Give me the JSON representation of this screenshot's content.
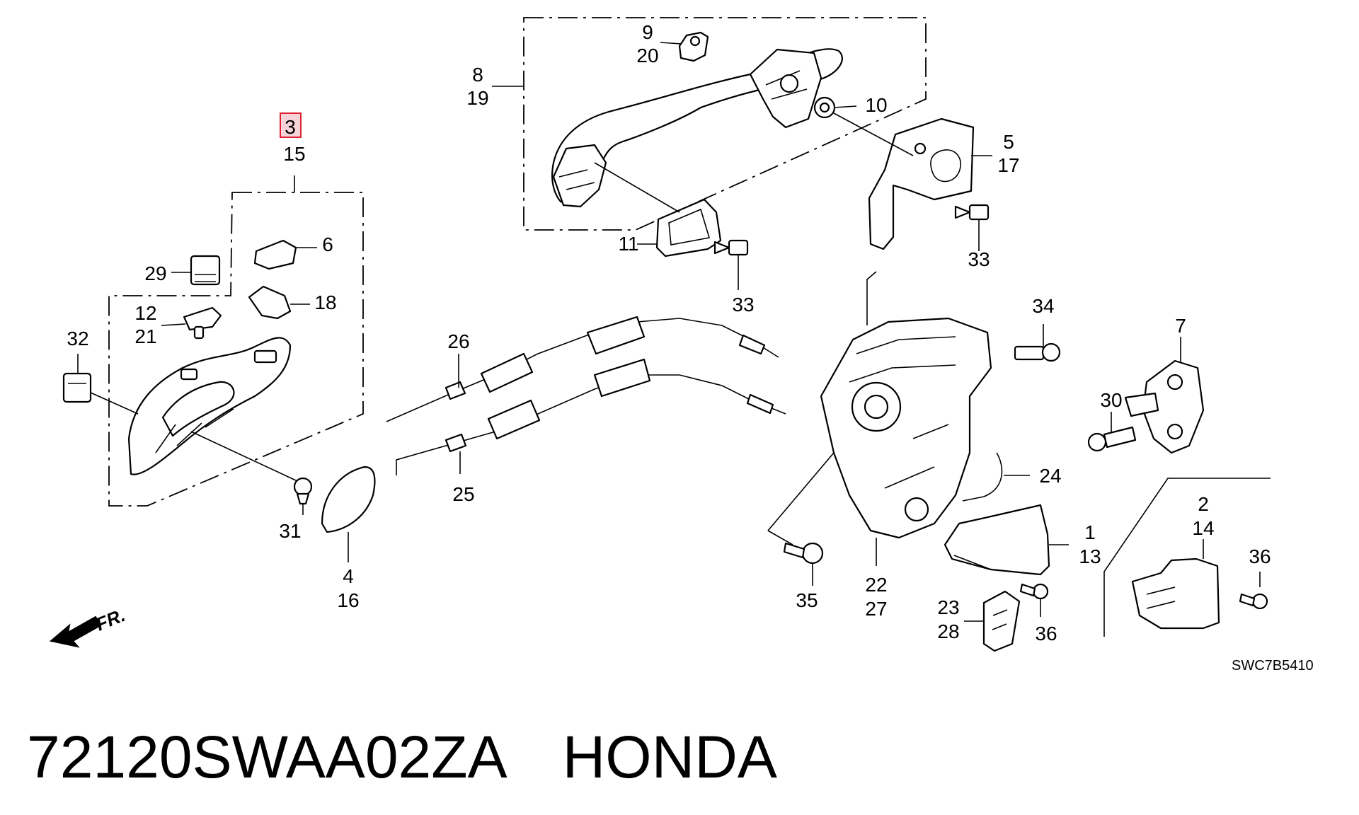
{
  "callouts": [
    {
      "id": "c3",
      "text": "3",
      "highlighted": true
    },
    {
      "id": "c15",
      "text": "15"
    },
    {
      "id": "c8",
      "text": "8"
    },
    {
      "id": "c19",
      "text": "19"
    },
    {
      "id": "c9",
      "text": "9"
    },
    {
      "id": "c20",
      "text": "20"
    },
    {
      "id": "c10",
      "text": "10"
    },
    {
      "id": "c5",
      "text": "5"
    },
    {
      "id": "c17",
      "text": "17"
    },
    {
      "id": "c11",
      "text": "11"
    },
    {
      "id": "c33a",
      "text": "33"
    },
    {
      "id": "c33b",
      "text": "33"
    },
    {
      "id": "c6",
      "text": "6"
    },
    {
      "id": "c18",
      "text": "18"
    },
    {
      "id": "c29",
      "text": "29"
    },
    {
      "id": "c12",
      "text": "12"
    },
    {
      "id": "c21",
      "text": "21"
    },
    {
      "id": "c32",
      "text": "32"
    },
    {
      "id": "c26",
      "text": "26"
    },
    {
      "id": "c25",
      "text": "25"
    },
    {
      "id": "c31",
      "text": "31"
    },
    {
      "id": "c4",
      "text": "4"
    },
    {
      "id": "c16",
      "text": "16"
    },
    {
      "id": "c34",
      "text": "34"
    },
    {
      "id": "c7",
      "text": "7"
    },
    {
      "id": "c30",
      "text": "30"
    },
    {
      "id": "c24",
      "text": "24"
    },
    {
      "id": "c1",
      "text": "1"
    },
    {
      "id": "c13",
      "text": "13"
    },
    {
      "id": "c2",
      "text": "2"
    },
    {
      "id": "c14",
      "text": "14"
    },
    {
      "id": "c36a",
      "text": "36"
    },
    {
      "id": "c36b",
      "text": "36"
    },
    {
      "id": "c22",
      "text": "22"
    },
    {
      "id": "c27",
      "text": "27"
    },
    {
      "id": "c35",
      "text": "35"
    },
    {
      "id": "c23",
      "text": "23"
    },
    {
      "id": "c28",
      "text": "28"
    }
  ],
  "direction_label": "FR.",
  "diagram_code": "SWC7B5410",
  "footer": {
    "part_number": "72120SWAA02ZA",
    "brand": "HONDA"
  },
  "colors": {
    "line": "#000000",
    "background": "#ffffff",
    "highlight_fill": "#f6d3d8",
    "highlight_stroke": "#e02030"
  }
}
